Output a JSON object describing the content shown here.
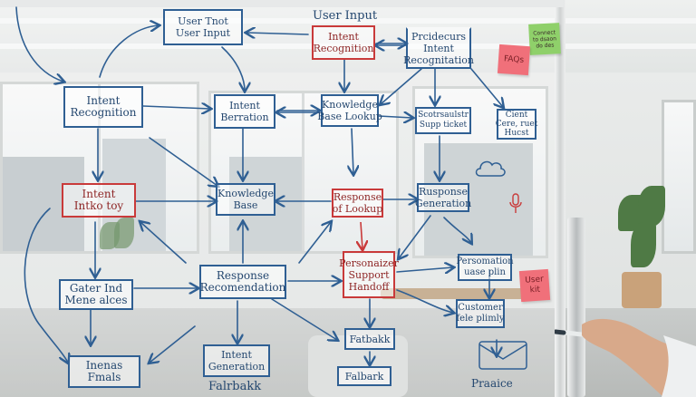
{
  "colors": {
    "marker_blue": "#2f5f93",
    "marker_red": "#c93a3a",
    "sticky_pink": "#f0707a",
    "sticky_green": "#8fd06a"
  },
  "whiteboard": {
    "top_label": "User Input",
    "boxes": [
      {
        "id": "user-input-top",
        "lines": [
          "User Tnot",
          "User Input"
        ],
        "accent": "blue"
      },
      {
        "id": "intent-recognition-top",
        "lines": [
          "Intent",
          "Recognition"
        ],
        "accent": "red"
      },
      {
        "id": "procedures",
        "lines": [
          "Prcidecurs",
          "Intent",
          "Recognitation"
        ],
        "accent": "blue"
      },
      {
        "id": "intent-recognition-left",
        "lines": [
          "Intent",
          "Recognition"
        ],
        "accent": "blue"
      },
      {
        "id": "intent-berration",
        "lines": [
          "Intent",
          "Berration"
        ],
        "accent": "blue"
      },
      {
        "id": "knowledge-base-lookup",
        "lines": [
          "Knowledge",
          "Base Lookup"
        ],
        "accent": "blue"
      },
      {
        "id": "suitability",
        "lines": [
          "Scotrsaulstr",
          "Supp ticket"
        ],
        "accent": "blue"
      },
      {
        "id": "client",
        "lines": [
          "Cient",
          "Cere, ruet",
          "Hucst"
        ],
        "accent": "blue"
      },
      {
        "id": "intent-into",
        "lines": [
          "Intent",
          "Intko toy"
        ],
        "accent": "red"
      },
      {
        "id": "knowledge-base",
        "lines": [
          "Knowledge",
          "Base"
        ],
        "accent": "blue"
      },
      {
        "id": "response-lookup",
        "lines": [
          "Response",
          "of Lookup"
        ],
        "accent": "red"
      },
      {
        "id": "response-generation",
        "lines": [
          "Rusponse",
          "Generation"
        ],
        "accent": "blue"
      },
      {
        "id": "response-recommendation",
        "lines": [
          "Response",
          "Recomendation"
        ],
        "accent": "blue"
      },
      {
        "id": "personalized-support",
        "lines": [
          "Personaizer",
          "Support",
          "Handoff"
        ],
        "accent": "red"
      },
      {
        "id": "personalization-plan",
        "lines": [
          "Persomation",
          "uase plin"
        ],
        "accent": "blue"
      },
      {
        "id": "gather-alices",
        "lines": [
          "Gater Ind",
          "Mene alces"
        ],
        "accent": "blue"
      },
      {
        "id": "customer-feedback",
        "lines": [
          "Customer",
          "fele plimly"
        ],
        "accent": "blue"
      },
      {
        "id": "intent-generation",
        "lines": [
          "Intent",
          "Generation"
        ],
        "accent": "blue"
      },
      {
        "id": "fallback-1",
        "lines": [
          "Fatbakk"
        ],
        "accent": "blue"
      },
      {
        "id": "fallback-2",
        "lines": [
          "Falbark"
        ],
        "accent": "blue"
      },
      {
        "id": "inernas",
        "lines": [
          "Inenas",
          "Fmals"
        ],
        "accent": "blue"
      }
    ],
    "free_text": {
      "fallback_bottom": "Falrbakk",
      "praice": "Praaice"
    },
    "sticky_notes": [
      {
        "id": "green-note",
        "lines": [
          "Connect",
          "to dsaon",
          "do des"
        ],
        "color": "green"
      },
      {
        "id": "pink-faqs",
        "lines": [
          "FAQs"
        ],
        "color": "pink"
      },
      {
        "id": "pink-user",
        "lines": [
          "User",
          "kit"
        ],
        "color": "pink"
      }
    ],
    "icons": [
      "cloud-icon",
      "microphone-icon",
      "envelope-icon"
    ]
  }
}
